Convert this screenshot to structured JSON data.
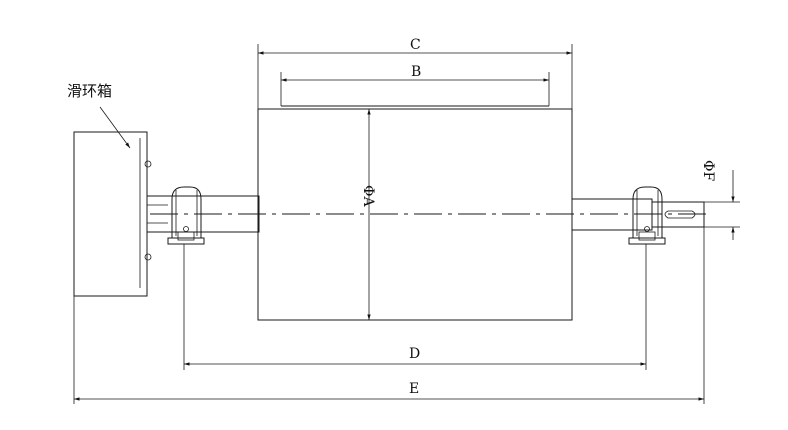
{
  "diagram": {
    "callout_label": "滑环箱",
    "dimensions": {
      "C": "C",
      "B": "B",
      "A": "ΦA",
      "F": "ΦF",
      "D": "D",
      "E": "E"
    }
  }
}
